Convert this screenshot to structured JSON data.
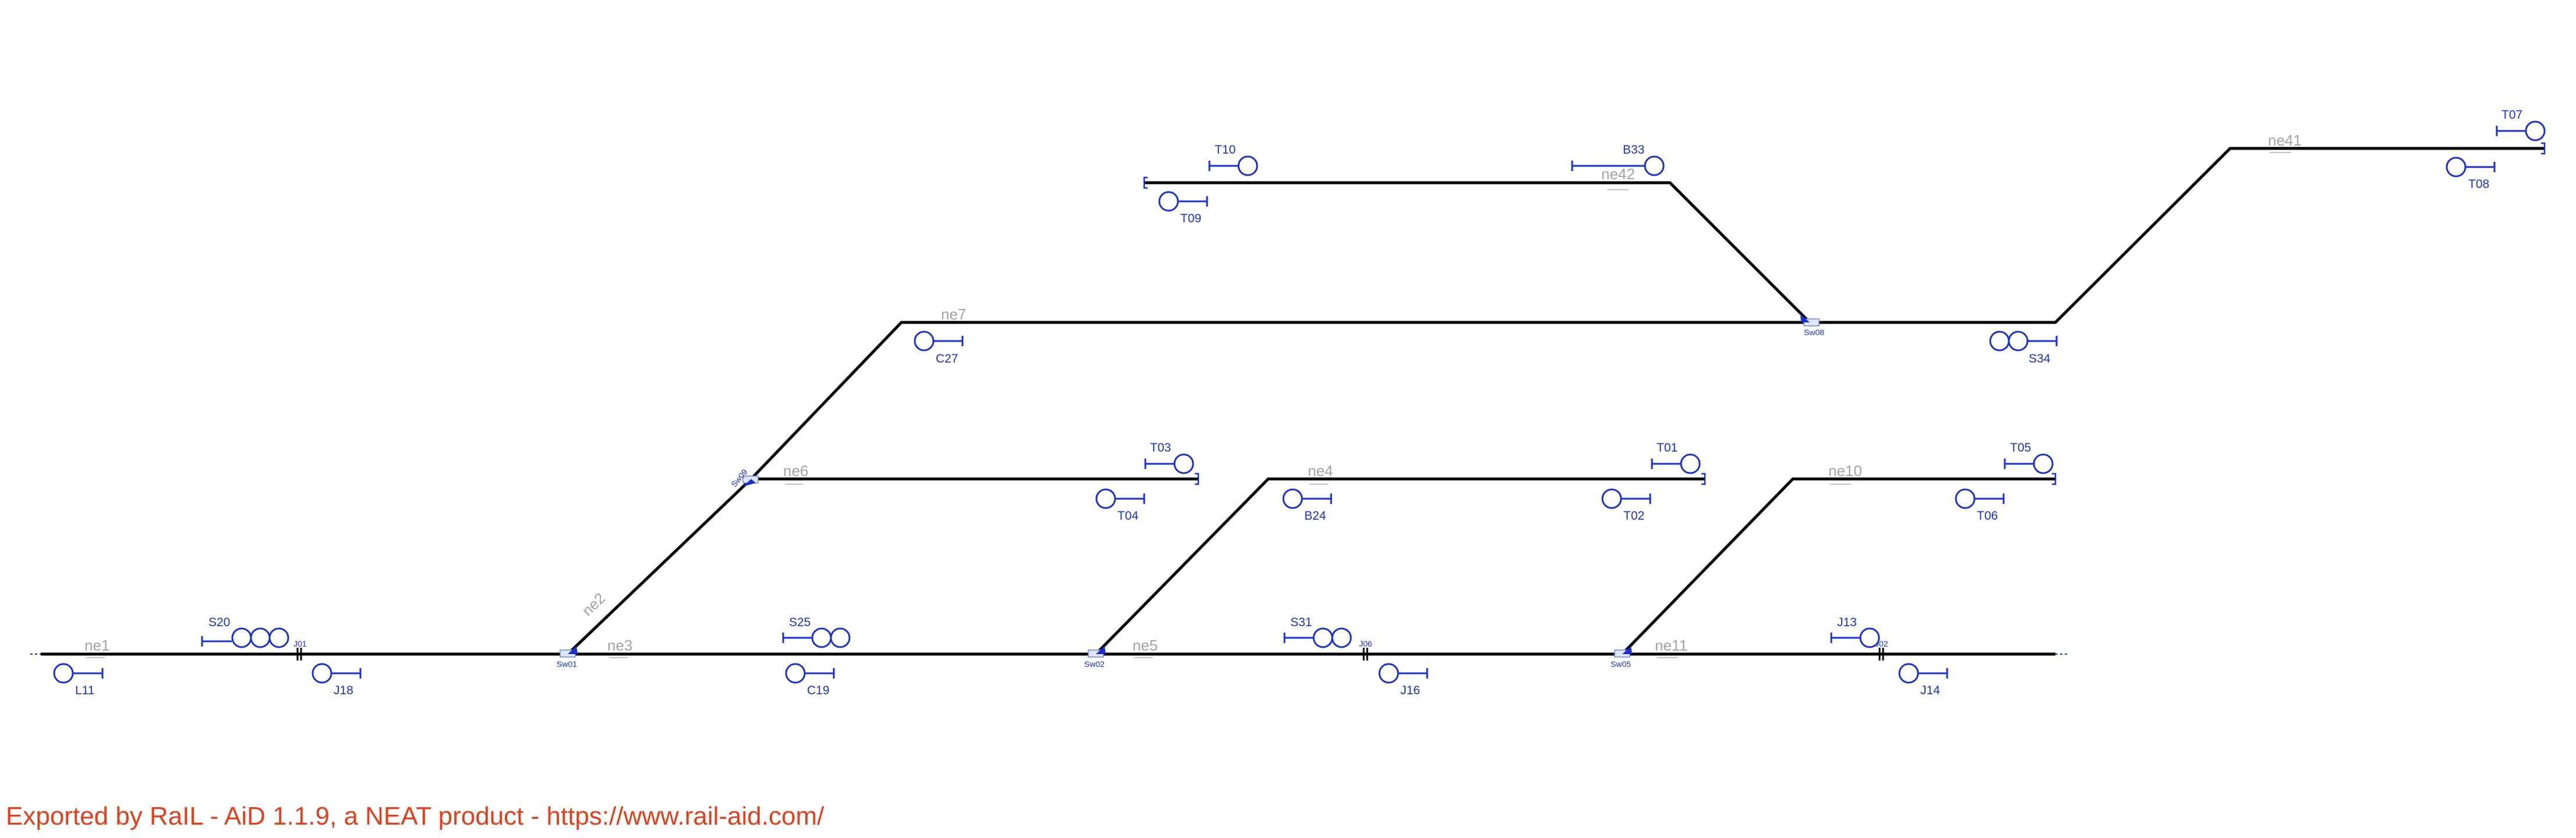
{
  "colors": {
    "track": "#000000",
    "signal": "#1a2fd0",
    "edge_label": "#a3a3a3",
    "footer": "#e0401c"
  },
  "edges": [
    "ne1",
    "ne2",
    "ne3",
    "ne4",
    "ne5",
    "ne6",
    "ne7",
    "ne10",
    "ne11",
    "ne41",
    "ne42"
  ],
  "switches": [
    "Sw01",
    "Sw02",
    "Sw05",
    "Sw08",
    "Sw09"
  ],
  "joints": [
    "J01",
    "J06",
    "J02"
  ],
  "signals": [
    "S20",
    "L11",
    "J18",
    "S25",
    "C19",
    "S31",
    "J16",
    "J13",
    "J14",
    "T03",
    "T04",
    "B24",
    "T01",
    "T02",
    "T05",
    "T06",
    "C27",
    "S34",
    "T10",
    "T09",
    "B33",
    "T07",
    "T08"
  ],
  "footer": {
    "text": "Exported by RaIL - AiD  1.1.9, a NEAT product - https://www.rail-aid.com/"
  }
}
